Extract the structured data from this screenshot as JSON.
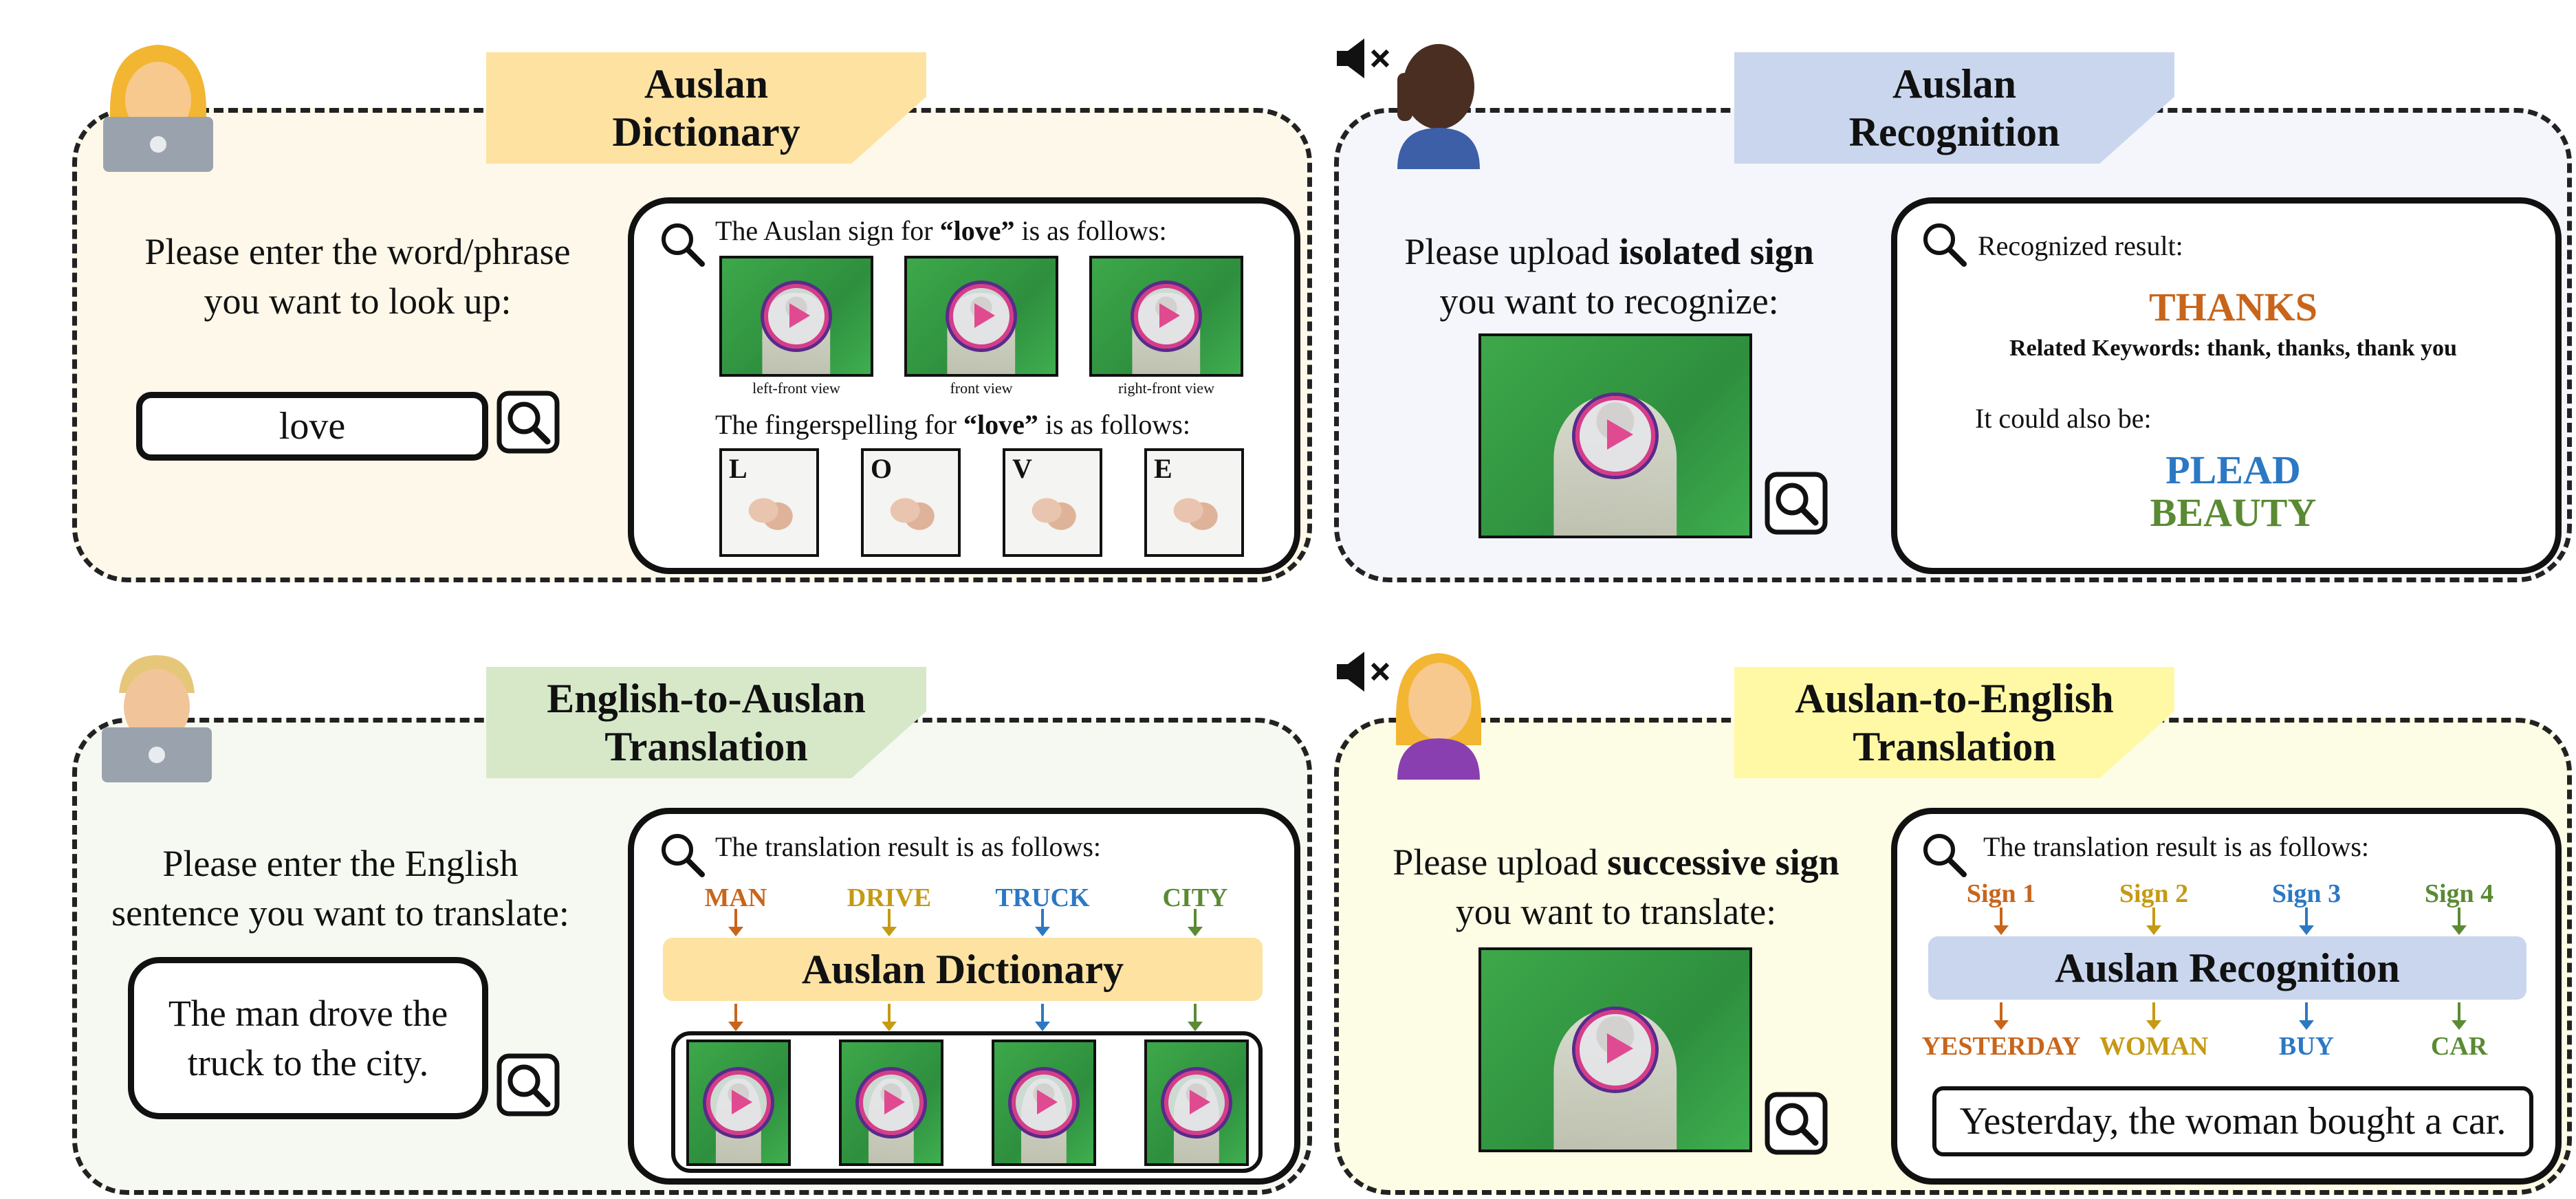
{
  "colors": {
    "orange": "#c8651b",
    "gold": "#c59a14",
    "blue": "#2c78c3",
    "green": "#5a8a33",
    "tag_dictionary": "#fde2a2",
    "tag_recognition": "#c9d6ee",
    "tag_en2au": "#d7e8c9",
    "tag_au2en": "#fff9a6",
    "bg_dictionary": "#fdf8ea",
    "bg_recognition": "#f4f6fb",
    "bg_en2au": "#f6f9f1",
    "bg_au2en": "#fdfde6"
  },
  "icons": [
    "woman-laptop-icon",
    "man-laptop-icon",
    "muted-speaker-icon",
    "deaf-person-icon",
    "magnifier-icon",
    "play-icon"
  ],
  "dictionary": {
    "title_line1": "Auslan",
    "title_line2": "Dictionary",
    "prompt_line1": "Please enter the word/phrase",
    "prompt_line2": "you want to look up:",
    "input_value": "love",
    "result_head_pre": "The Auslan sign for ",
    "result_word": "“love”",
    "result_head_post": " is as follows:",
    "views": [
      "left-front view",
      "front view",
      "right-front view"
    ],
    "fingerspell_pre": "The fingerspelling for ",
    "fingerspell_word": "“love”",
    "fingerspell_post": " is as follows:",
    "letters": [
      "L",
      "O",
      "V",
      "E"
    ]
  },
  "recognition": {
    "title_line1": "Auslan",
    "title_line2": "Recognition",
    "prompt_pre": "Please upload ",
    "prompt_bold": "isolated sign",
    "prompt_line2": "you want to recognize:",
    "result_label": "Recognized result:",
    "top_result": "THANKS",
    "keywords": "Related Keywords: thank, thanks, thank you",
    "also_label": "It could also be:",
    "alternatives": [
      "PLEAD",
      "BEAUTY"
    ]
  },
  "en2au": {
    "title_line1": "English-to-Auslan",
    "title_line2": "Translation",
    "prompt_line1": "Please enter the English",
    "prompt_line2": "sentence you want to translate:",
    "input_line1": "The man drove the",
    "input_line2": "truck to the city.",
    "result_label": "The translation result is as follows:",
    "glosses": [
      "MAN",
      "DRIVE",
      "TRUCK",
      "CITY"
    ],
    "bar_label": "Auslan Dictionary"
  },
  "au2en": {
    "title_line1": "Auslan-to-English",
    "title_line2": "Translation",
    "prompt_pre": "Please upload ",
    "prompt_bold": "successive sign",
    "prompt_line2": "you want to translate:",
    "result_label": "The translation result is as follows:",
    "signs": [
      "Sign 1",
      "Sign 2",
      "Sign 3",
      "Sign 4"
    ],
    "bar_label": "Auslan Recognition",
    "glosses": [
      "YESTERDAY",
      "WOMAN",
      "BUY",
      "CAR"
    ],
    "sentence": "Yesterday, the woman bought a car."
  }
}
